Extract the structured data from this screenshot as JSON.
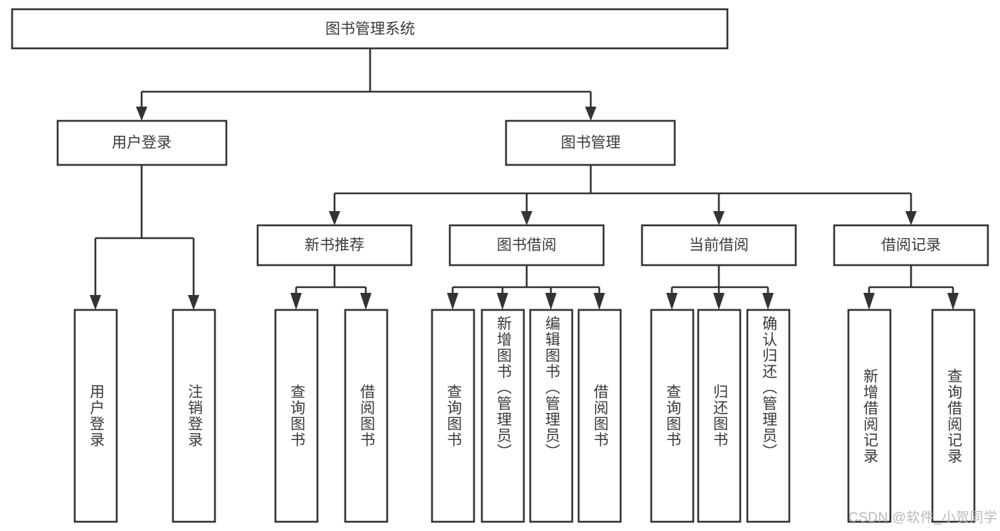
{
  "diagram": {
    "type": "tree",
    "title": "图书管理系统",
    "orientation": "top-down",
    "colors": {
      "box_stroke": "#333333",
      "box_fill": "#ffffff",
      "text": "#3a3a3a",
      "background": "#ffffff",
      "watermark": "#b9b9b9"
    },
    "nodes": {
      "root": {
        "label": "图书管理系统"
      },
      "level2": [
        {
          "label": "用户登录"
        },
        {
          "label": "图书管理"
        }
      ],
      "level3": [
        {
          "label": "新书推荐"
        },
        {
          "label": "图书借阅"
        },
        {
          "label": "当前借阅"
        },
        {
          "label": "借阅记录"
        }
      ],
      "leaves": {
        "user_login": [
          {
            "label": "用户登录"
          },
          {
            "label": "注销登录"
          }
        ],
        "new_book": [
          {
            "label": "查询图书"
          },
          {
            "label": "借阅图书"
          }
        ],
        "book_borrow": [
          {
            "label": "查询图书"
          },
          {
            "label": "新增图书（管理员）"
          },
          {
            "label": "编辑图书（管理员）"
          },
          {
            "label": "借阅图书"
          }
        ],
        "current_borrow": [
          {
            "label": "查询图书"
          },
          {
            "label": "归还图书"
          },
          {
            "label": "确认归还（管理员）"
          }
        ],
        "borrow_record": [
          {
            "label": "新增借阅记录"
          },
          {
            "label": "查询借阅记录"
          }
        ]
      }
    }
  },
  "watermark": {
    "text": "CSDN @软件_小贺同学"
  }
}
